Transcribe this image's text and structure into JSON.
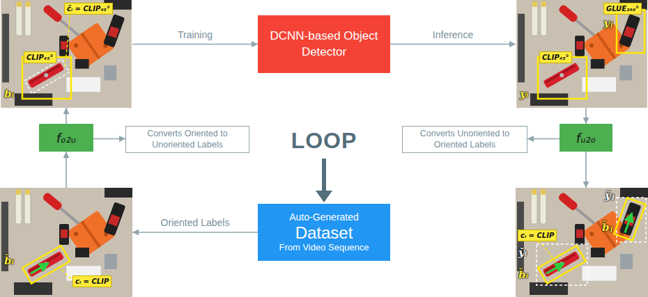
{
  "diagram": {
    "nodes": [
      {
        "text": [
          "c̃ᵢ = CLIP₄₅°",
          "CLIP₄₅°",
          "bᵢ"
        ]
      },
      {
        "text": [
          "DCNN-based Object Detector"
        ]
      },
      {
        "text": [
          "GLUE₂₄₀°",
          "yⱼ",
          "CLIP₄₅°",
          "yᵢ"
        ]
      },
      {
        "text": [
          "fₒ₂ᵤ"
        ]
      },
      {
        "text": [
          "Converts Oriented to Unoriented Labels"
        ]
      },
      {
        "text": [
          "Converts Unoriented to Oriented Labels"
        ]
      },
      {
        "text": [
          "fᵤ₂ₒ"
        ]
      },
      {
        "text": [
          "b̆ᵢ",
          "cᵢ = CLIP"
        ]
      },
      {
        "text": [
          "Auto-Generated",
          "Dataset",
          "From Video Sequence"
        ]
      },
      {
        "text": [
          "y̆ⱼ",
          "b̆ⱼ",
          "cᵢ = CLIP",
          "y̆ᵢ",
          "b̆ᵢ"
        ]
      }
    ],
    "edges": [
      {
        "from": 0,
        "to": 1,
        "arrow": "to",
        "label": "Training"
      },
      {
        "from": 1,
        "to": 2,
        "arrow": "to",
        "label": "Inference"
      },
      {
        "from": 7,
        "to": 3,
        "arrow": "to"
      },
      {
        "from": 3,
        "to": 0,
        "arrow": "to"
      },
      {
        "from": 3,
        "to": 4,
        "arrow": "to"
      },
      {
        "from": 2,
        "to": 6,
        "arrow": "to"
      },
      {
        "from": 6,
        "to": 9,
        "arrow": "to"
      },
      {
        "from": 6,
        "to": 5,
        "arrow": "to"
      },
      {
        "from": 8,
        "to": 7,
        "arrow": "to",
        "label": "Oriented Labels"
      }
    ],
    "labels": [
      "LOOP"
    ]
  }
}
